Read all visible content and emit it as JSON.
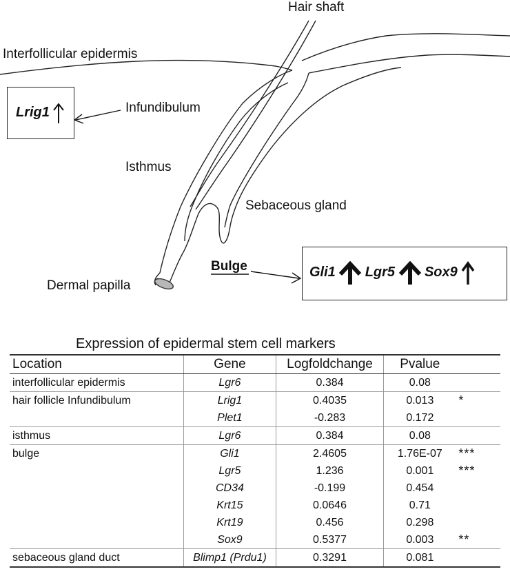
{
  "diagram": {
    "labels": {
      "hair_shaft": "Hair shaft",
      "interfollicular_epidermis": "Interfollicular epidermis",
      "infundibulum": "Infundibulum",
      "isthmus": "Isthmus",
      "sebaceous_gland": "Sebaceous gland",
      "bulge": "Bulge",
      "dermal_papilla": "Dermal papilla"
    },
    "infundibulum_box": {
      "genes": [
        "Lrig1"
      ]
    },
    "bulge_box": {
      "genes": [
        "Gli1",
        "Lgr5",
        "Sox9"
      ]
    }
  },
  "table": {
    "title": "Expression of epidermal stem cell markers",
    "headers": {
      "location": "Location",
      "gene": "Gene",
      "logfc": "Logfoldchange",
      "pvalue": "Pvalue"
    },
    "rows": [
      {
        "location": "interfollicular epidermis",
        "gene": "Lgr6",
        "logfc": "0.384",
        "pvalue": "0.08",
        "sig": ""
      },
      {
        "location": "hair follicle Infundibulum",
        "gene": "Lrig1",
        "logfc": "0.4035",
        "pvalue": "0.013",
        "sig": "*"
      },
      {
        "location": "",
        "gene": "Plet1",
        "logfc": "-0.283",
        "pvalue": "0.172",
        "sig": ""
      },
      {
        "location": "isthmus",
        "gene": "Lgr6",
        "logfc": "0.384",
        "pvalue": "0.08",
        "sig": ""
      },
      {
        "location": "bulge",
        "gene": "Gli1",
        "logfc": "2.4605",
        "pvalue": "1.76E-07",
        "sig": "***"
      },
      {
        "location": "",
        "gene": "Lgr5",
        "logfc": "1.236",
        "pvalue": "0.001",
        "sig": "***"
      },
      {
        "location": "",
        "gene": "CD34",
        "logfc": "-0.199",
        "pvalue": "0.454",
        "sig": ""
      },
      {
        "location": "",
        "gene": "Krt15",
        "logfc": "0.0646",
        "pvalue": "0.71",
        "sig": ""
      },
      {
        "location": "",
        "gene": "Krt19",
        "logfc": "0.456",
        "pvalue": "0.298",
        "sig": ""
      },
      {
        "location": "",
        "gene": "Sox9",
        "logfc": "0.5377",
        "pvalue": "0.003",
        "sig": "**"
      },
      {
        "location": "sebaceous gland duct",
        "gene": "Blimp1 (Prdu1)",
        "logfc": "0.3291",
        "pvalue": "0.081",
        "sig": ""
      }
    ]
  }
}
